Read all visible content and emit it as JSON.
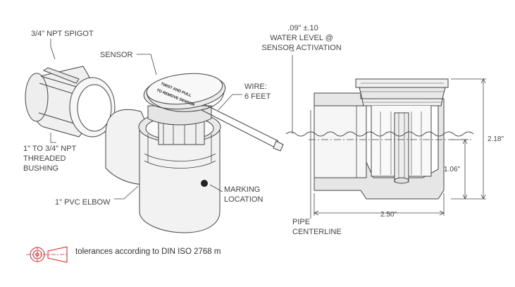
{
  "labels": {
    "spigot": "3/4\" NPT SPIGOT",
    "sensor": "SENSOR",
    "wire_line1": "WIRE:",
    "wire_line2": "6 FEET",
    "bushing_line1": "1\" TO 3/4\" NPT",
    "bushing_line2": "THREADED",
    "bushing_line3": "BUSHING",
    "elbow": "1\" PVC ELBOW",
    "marking_line1": "MARKING",
    "marking_line2": "LOCATION",
    "water_dim": ".09\" ±.10",
    "water_line1": "WATER LEVEL @",
    "water_line2": "SENSOR ACTIVATION",
    "pipe_line1": "PIPE",
    "pipe_line2": "CENTERLINE",
    "dim_height": "2.18\"",
    "dim_mid": "1.06\"",
    "dim_width": "2.50\"",
    "cap_text_line1": "TWIST AND PULL",
    "cap_text_line2": "TO REMOVE SENSOR"
  },
  "tolerance_text": "tolerances according to DIN ISO 2768 m",
  "icons": [
    "first-angle-projection-icon"
  ],
  "colors": {
    "line": "#444444",
    "fill": "#f2f2f2",
    "section_fill": "#e6e6e6",
    "dot": "#222222"
  }
}
